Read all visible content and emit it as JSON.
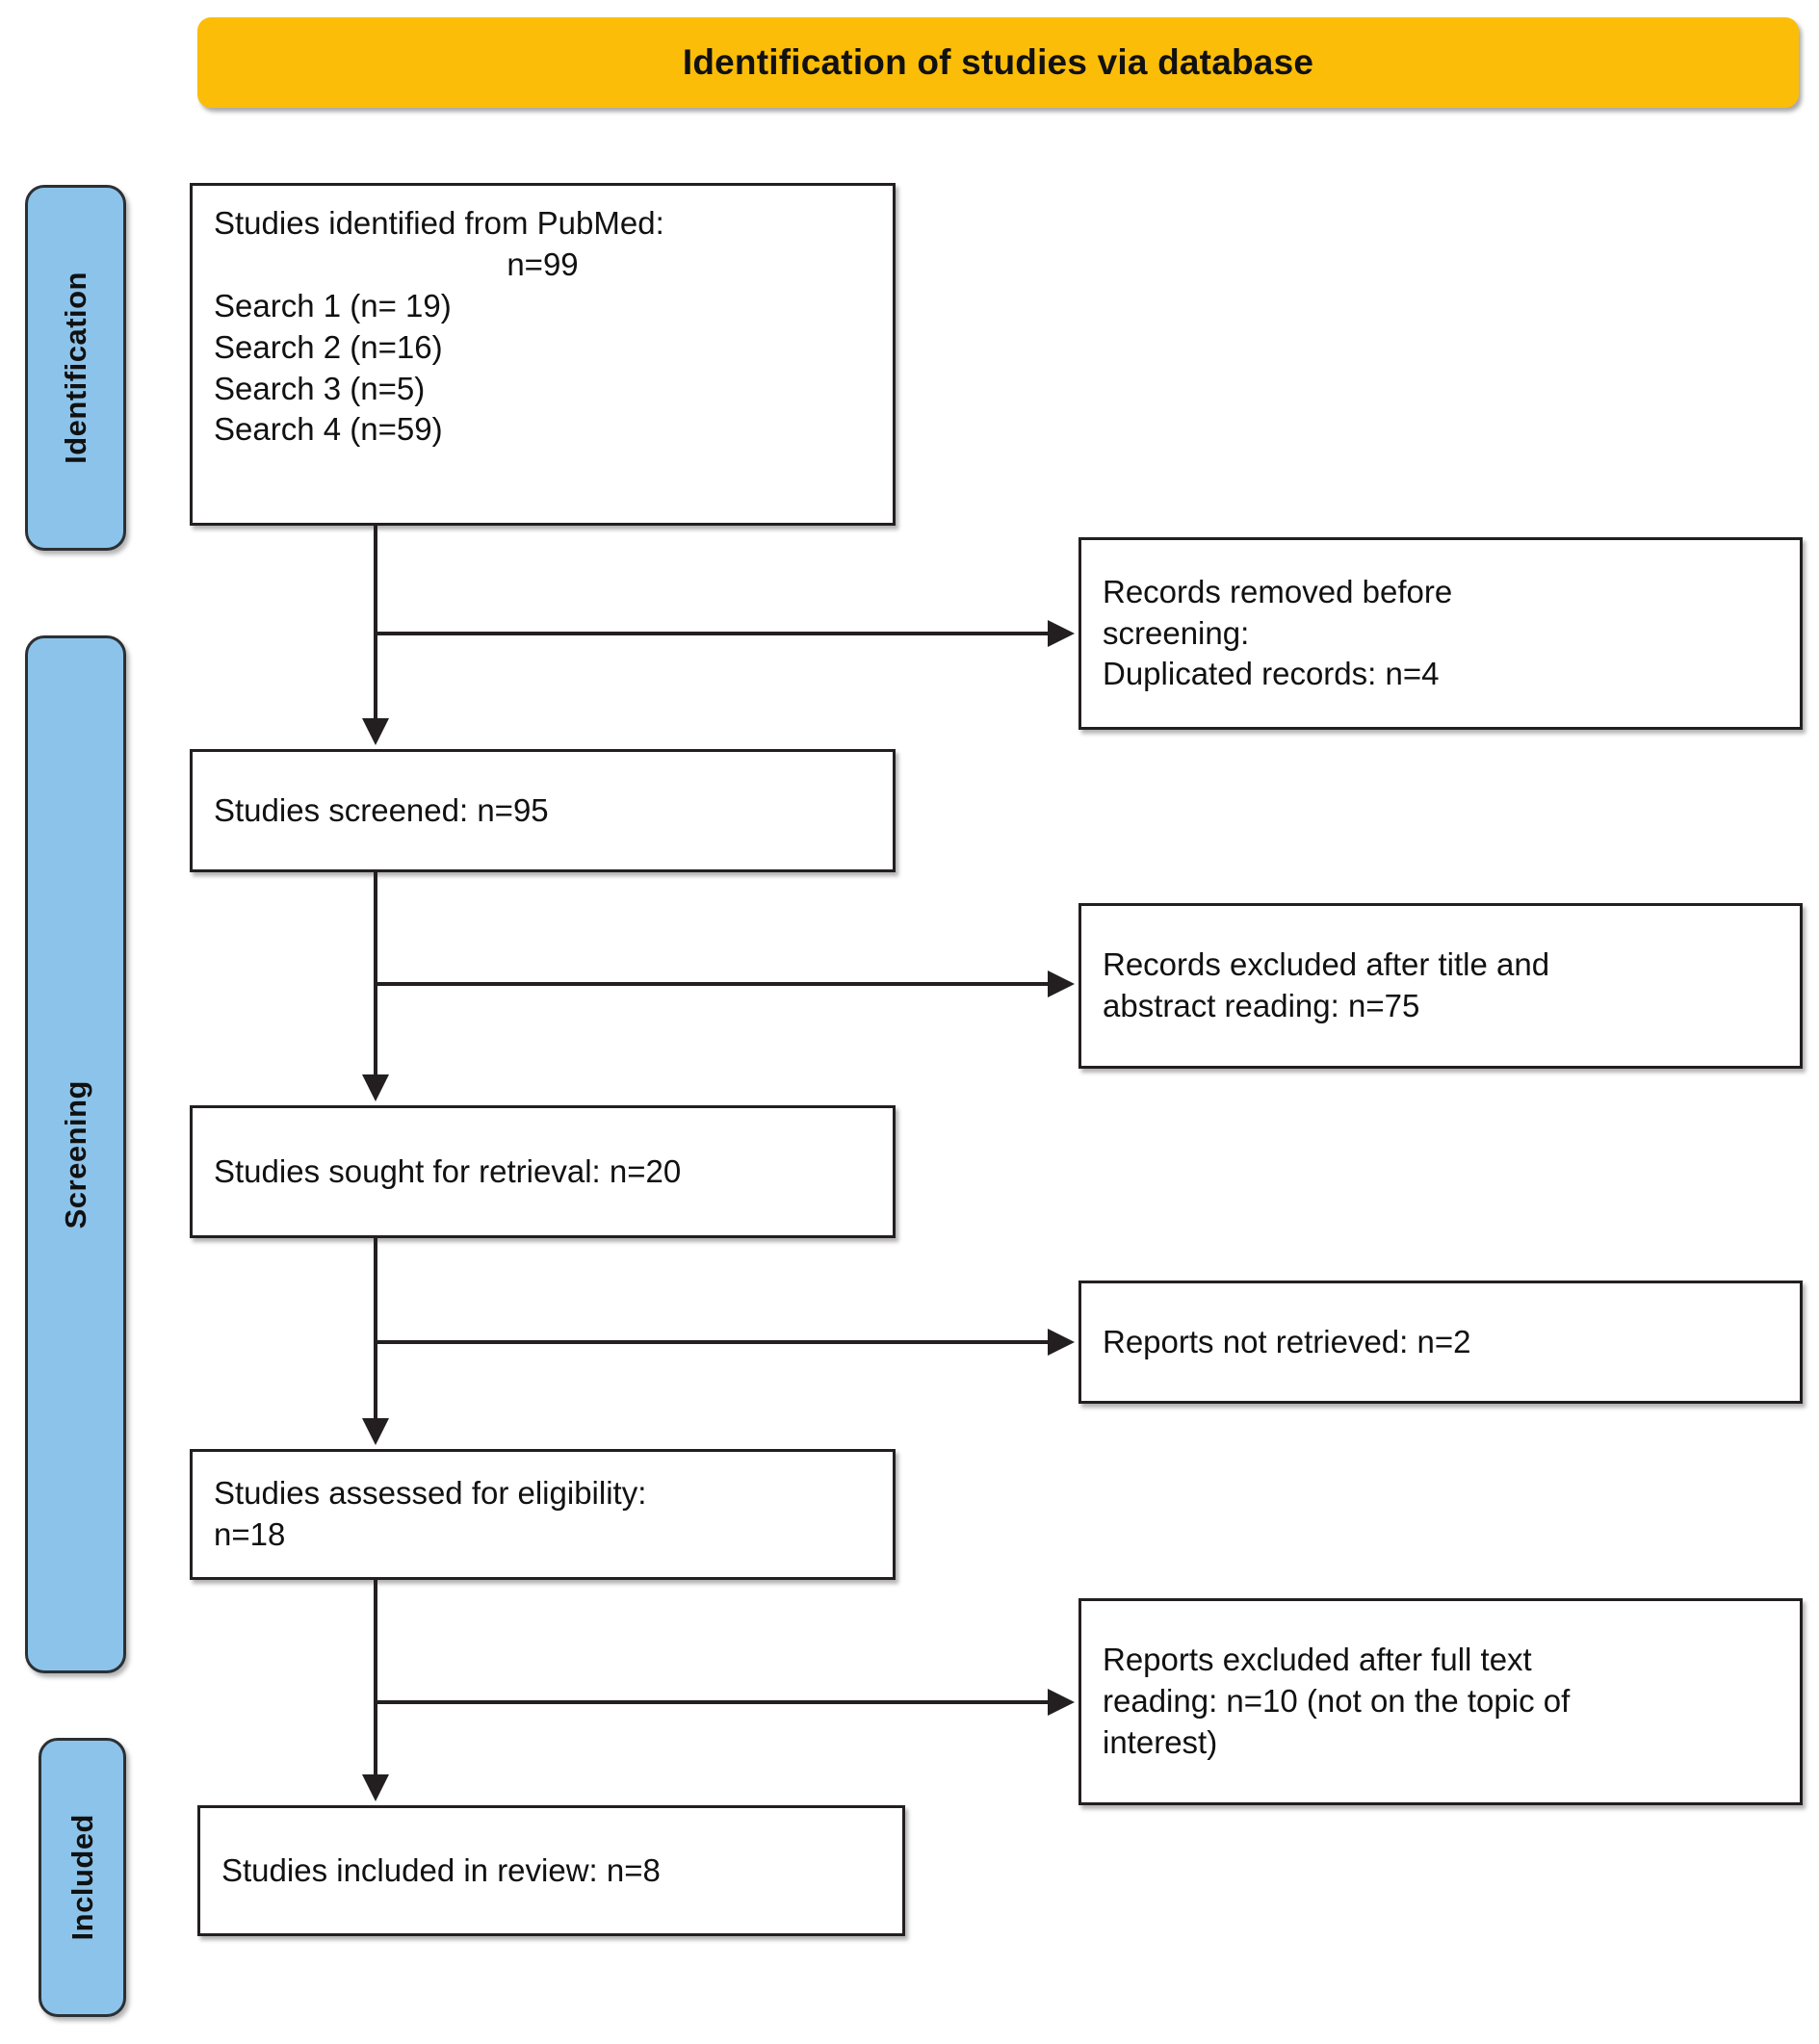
{
  "header": {
    "title": "Identification of studies via database"
  },
  "stages": [
    {
      "id": "identification",
      "label": "Identification"
    },
    {
      "id": "screening",
      "label": "Screening"
    },
    {
      "id": "included",
      "label": "Included"
    }
  ],
  "boxes": {
    "identified": {
      "lines": [
        "Studies identified from PubMed:",
        "n=99",
        "Search 1 (n= 19)",
        "Search 2 (n=16)",
        "Search 3 (n=5)",
        "Search 4 (n=59)"
      ]
    },
    "screened": {
      "lines": [
        "Studies screened: n=95"
      ]
    },
    "sought": {
      "lines": [
        "Studies sought for retrieval: n=20"
      ]
    },
    "assessed": {
      "lines": [
        "Studies assessed for eligibility:",
        "n=18"
      ]
    },
    "included_review": {
      "lines": [
        "Studies included in review: n=8"
      ]
    },
    "removed": {
      "lines": [
        "Records removed before",
        "screening:",
        "Duplicated records: n=4"
      ]
    },
    "excluded": {
      "lines": [
        "Records excluded after title and",
        "abstract reading: n=75"
      ]
    },
    "not_retrieved": {
      "lines": [
        "Reports not retrieved: n=2"
      ]
    },
    "full_text_excluded": {
      "lines": [
        "Reports excluded after full text",
        "reading: n=10 (not on the topic of",
        "interest)"
      ]
    }
  },
  "chart_data": {
    "type": "diagram",
    "title": "Identification of studies via database",
    "diagram_kind": "PRISMA flow diagram",
    "stages": [
      "Identification",
      "Screening",
      "Included"
    ],
    "nodes": [
      {
        "id": "identified",
        "stage": "Identification",
        "label": "Studies identified from PubMed",
        "n": 99,
        "breakdown": [
          {
            "label": "Search 1",
            "n": 19
          },
          {
            "label": "Search 2",
            "n": 16
          },
          {
            "label": "Search 3",
            "n": 5
          },
          {
            "label": "Search 4",
            "n": 59
          }
        ]
      },
      {
        "id": "removed",
        "stage": "Identification",
        "label": "Records removed before screening: Duplicated records",
        "n": 4,
        "kind": "exclusion"
      },
      {
        "id": "screened",
        "stage": "Screening",
        "label": "Studies screened",
        "n": 95
      },
      {
        "id": "excluded",
        "stage": "Screening",
        "label": "Records excluded after title and abstract reading",
        "n": 75,
        "kind": "exclusion"
      },
      {
        "id": "sought",
        "stage": "Screening",
        "label": "Studies sought for retrieval",
        "n": 20
      },
      {
        "id": "not_retrieved",
        "stage": "Screening",
        "label": "Reports not retrieved",
        "n": 2,
        "kind": "exclusion"
      },
      {
        "id": "assessed",
        "stage": "Screening",
        "label": "Studies assessed for eligibility",
        "n": 18
      },
      {
        "id": "full_text_excluded",
        "stage": "Screening",
        "label": "Reports excluded after full text reading (not on the topic of interest)",
        "n": 10,
        "kind": "exclusion"
      },
      {
        "id": "included_review",
        "stage": "Included",
        "label": "Studies included in review",
        "n": 8
      }
    ],
    "edges": [
      {
        "from": "identified",
        "to": "removed",
        "direction": "right"
      },
      {
        "from": "identified",
        "to": "screened",
        "direction": "down"
      },
      {
        "from": "screened",
        "to": "excluded",
        "direction": "right"
      },
      {
        "from": "screened",
        "to": "sought",
        "direction": "down"
      },
      {
        "from": "sought",
        "to": "not_retrieved",
        "direction": "right"
      },
      {
        "from": "sought",
        "to": "assessed",
        "direction": "down"
      },
      {
        "from": "assessed",
        "to": "full_text_excluded",
        "direction": "right"
      },
      {
        "from": "assessed",
        "to": "included_review",
        "direction": "down"
      }
    ]
  },
  "colors": {
    "banner": "#FBBD08",
    "stage_label": "#8CC3EA",
    "box_border": "#231f20",
    "text": "#111111"
  }
}
